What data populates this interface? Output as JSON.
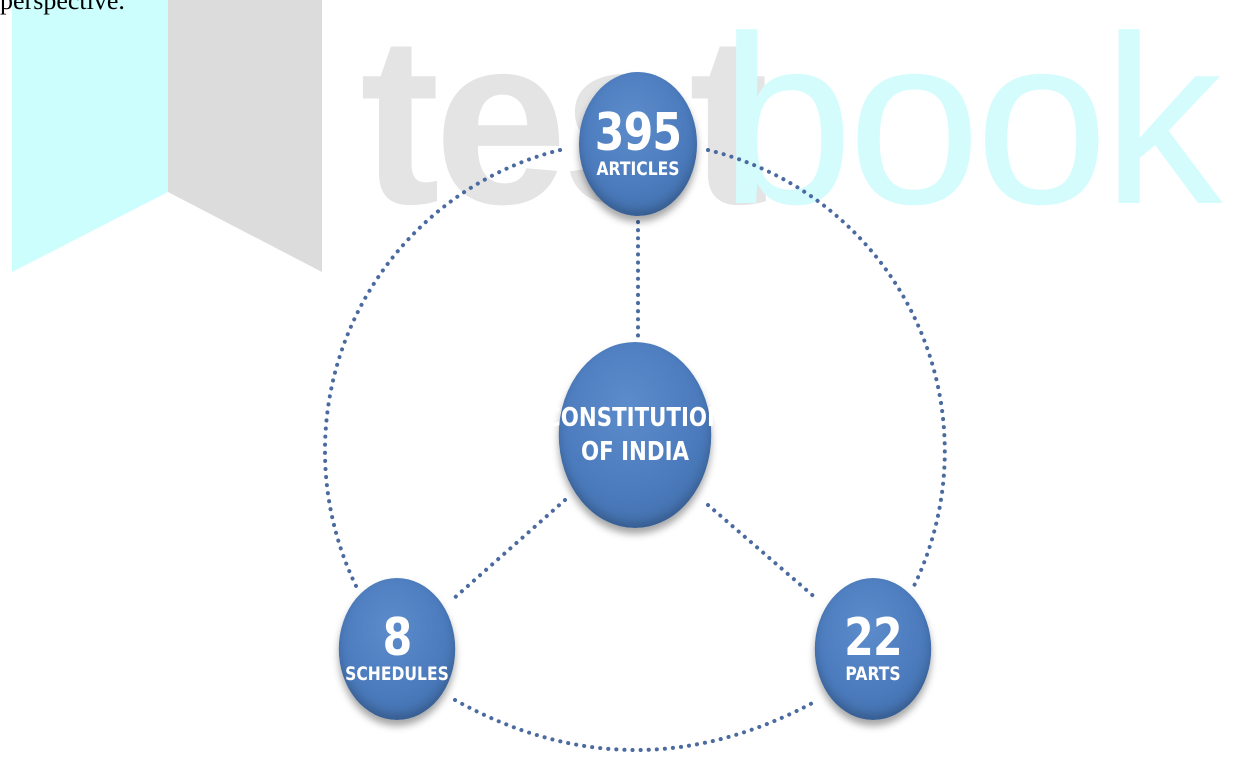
{
  "header": {
    "partial_text": "perspective."
  },
  "watermark": {
    "word_part_1": "test",
    "word_part_2": "book"
  },
  "diagram": {
    "center": {
      "line1": "CONSTITUTION",
      "line2": "OF INDIA"
    },
    "nodes": [
      {
        "number": "395",
        "label": "ARTICLES"
      },
      {
        "number": "8",
        "label": "SCHEDULES"
      },
      {
        "number": "22",
        "label": "PARTS"
      }
    ],
    "colors": {
      "node_fill": "#4b7bbd",
      "connector": "#4a6aa0",
      "watermark_gray": "#e4e4e4",
      "watermark_cyan": "#d4fcfc"
    }
  }
}
